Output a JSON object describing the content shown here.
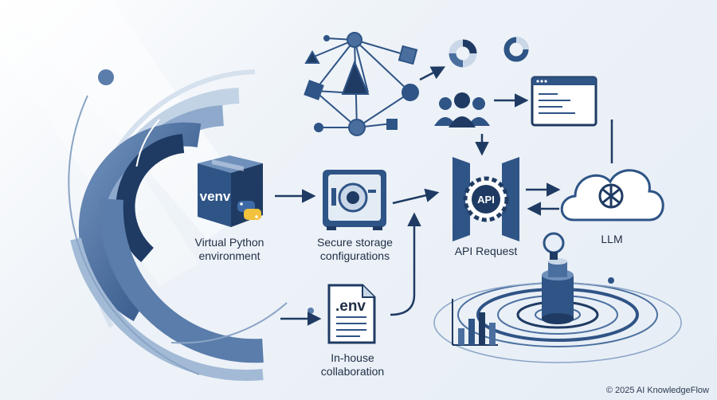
{
  "nodes": {
    "venv": {
      "icon_text": "venv",
      "label": "Virtual Python environment"
    },
    "storage": {
      "label": "Secure storage configurations"
    },
    "env": {
      "icon_text": ".env",
      "label": "In-house collaboration"
    },
    "api": {
      "icon_text": "API",
      "label": "API Request"
    },
    "llm": {
      "label": "LLM"
    }
  },
  "footer": {
    "copyright": "© 2025 AI KnowledgeFlow"
  },
  "colors": {
    "primary": "#2f5486",
    "dark": "#1f3b63",
    "light": "#c9d7e8",
    "accent": "#4a6f9f",
    "python_yellow": "#f2c23c"
  },
  "icons": [
    "box-icon",
    "python-icon",
    "safe-icon",
    "document-icon",
    "api-gateway-icon",
    "cloud-icon",
    "openai-icon",
    "network-icon",
    "users-icon",
    "pie-chart-icon",
    "terminal-window-icon",
    "lightbulb-icon",
    "bar-chart-icon",
    "concentric-rings-icon"
  ]
}
